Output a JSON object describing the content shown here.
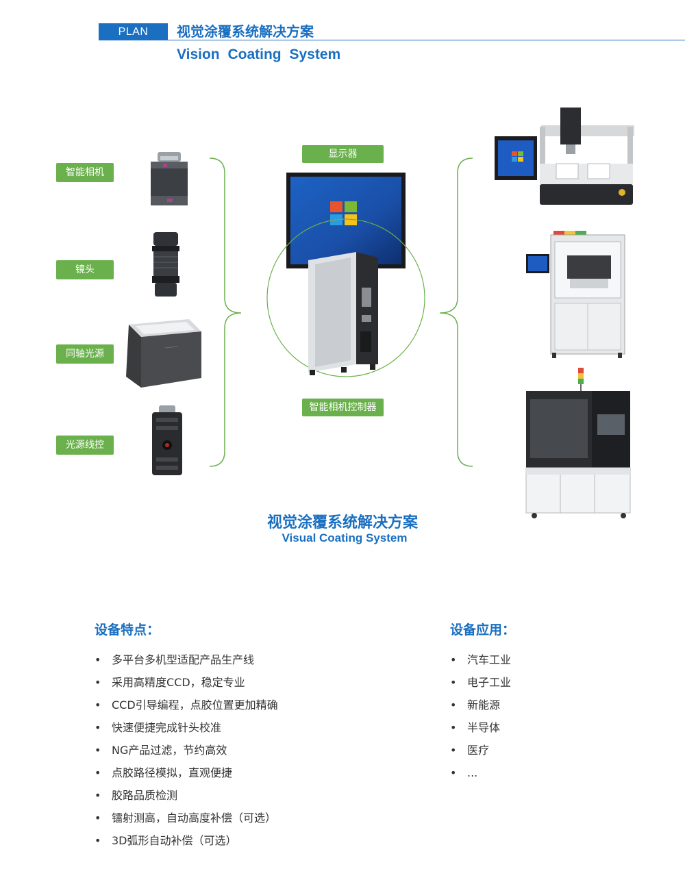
{
  "header": {
    "tag": "PLAN",
    "title_cn": "视觉涂覆系统解决方案",
    "title_en": "Vision Coating System"
  },
  "components": [
    {
      "label": "智能相机"
    },
    {
      "label": "镜头"
    },
    {
      "label": "同轴光源"
    },
    {
      "label": "光源线控"
    }
  ],
  "center": {
    "monitor_label": "显示器",
    "controller_label": "智能相机控制器"
  },
  "caption": {
    "cn": "视觉涂覆系统解决方案",
    "en": "Visual Coating System"
  },
  "features": {
    "title": "设备特点：",
    "items": [
      "多平台多机型适配产品生产线",
      "采用高精度CCD，稳定专业",
      "CCD引导编程，点胶位置更加精确",
      "快速便捷完成针头校准",
      "NG产品过滤，节约高效",
      "点胶路径模拟，直观便捷",
      "胶路品质检测",
      "镭射测高，自动高度补偿（可选）",
      "3D弧形自动补偿（可选）"
    ]
  },
  "applications": {
    "title": "设备应用：",
    "items": [
      "汽车工业",
      "电子工业",
      "新能源",
      "半导体",
      "医疗",
      "..."
    ]
  },
  "colors": {
    "brand_blue": "#1a6fc1",
    "tag_green": "#6ab04c"
  }
}
